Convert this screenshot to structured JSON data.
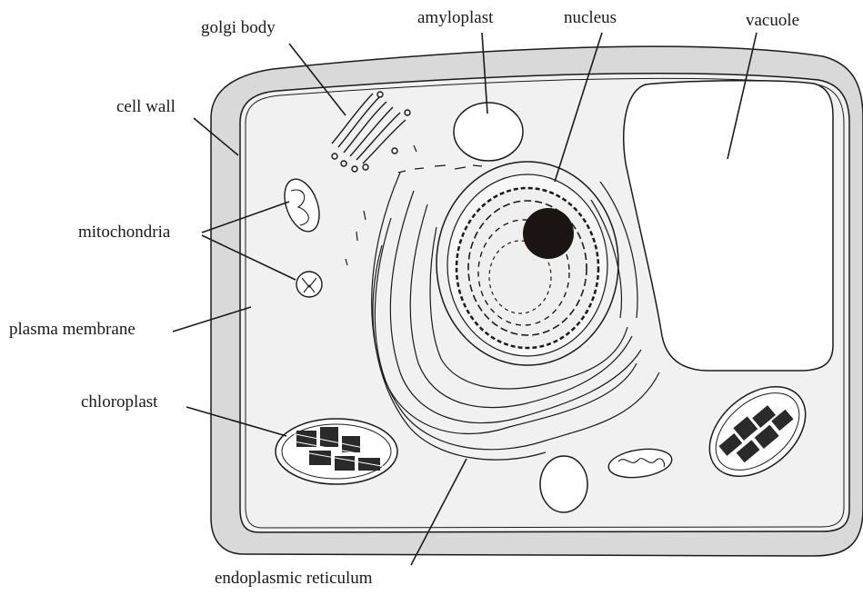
{
  "labels": {
    "golgi_body": "golgi body",
    "amyloplast": "amyloplast",
    "nucleus": "nucleus",
    "vacuole": "vacuole",
    "cell_wall": "cell wall",
    "mitochondria": "mitochondria",
    "plasma_membrane": "plasma membrane",
    "chloroplast": "chloroplast",
    "endoplasmic_reticulum": "endoplasmic reticulum"
  },
  "colors": {
    "cell_wall": "#d9d9d9",
    "cytoplasm": "#f1f1f1",
    "vacuole": "#ffffff",
    "nucleolus": "#1a1512",
    "outline": "#1a1a1a"
  }
}
